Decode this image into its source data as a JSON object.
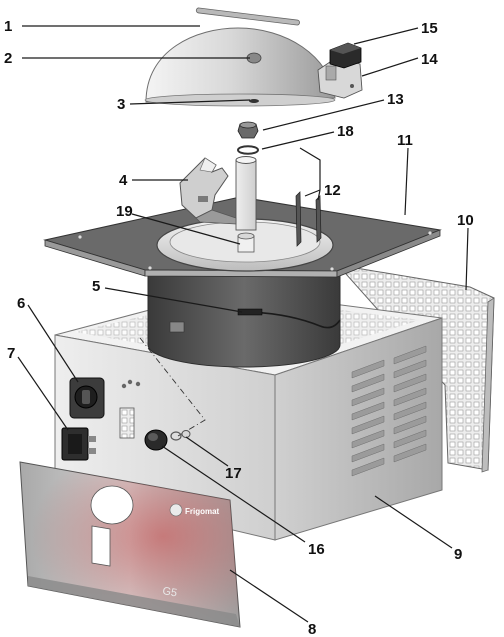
{
  "colors": {
    "background": "#ffffff",
    "label_text": "#111111",
    "leader_line": "#1a1a1a",
    "steel_light": "#ececec",
    "steel_mid": "#c8c8c8",
    "steel_dark": "#8e8e8e",
    "plate_top": "#6a6a6a",
    "vat_dark": "#4a4a4a",
    "brand_red": "#b03030"
  },
  "labels": {
    "c1": "1",
    "c2": "2",
    "c3": "3",
    "c4": "4",
    "c5": "5",
    "c6": "6",
    "c7": "7",
    "c8": "8",
    "c9": "9",
    "c10": "10",
    "c11": "11",
    "c12": "12",
    "c13": "13",
    "c14": "14",
    "c15": "15",
    "c16": "16",
    "c17": "17",
    "c18": "18",
    "c19": "19"
  },
  "panel": {
    "brand": "Frigomat",
    "model": "G5"
  }
}
